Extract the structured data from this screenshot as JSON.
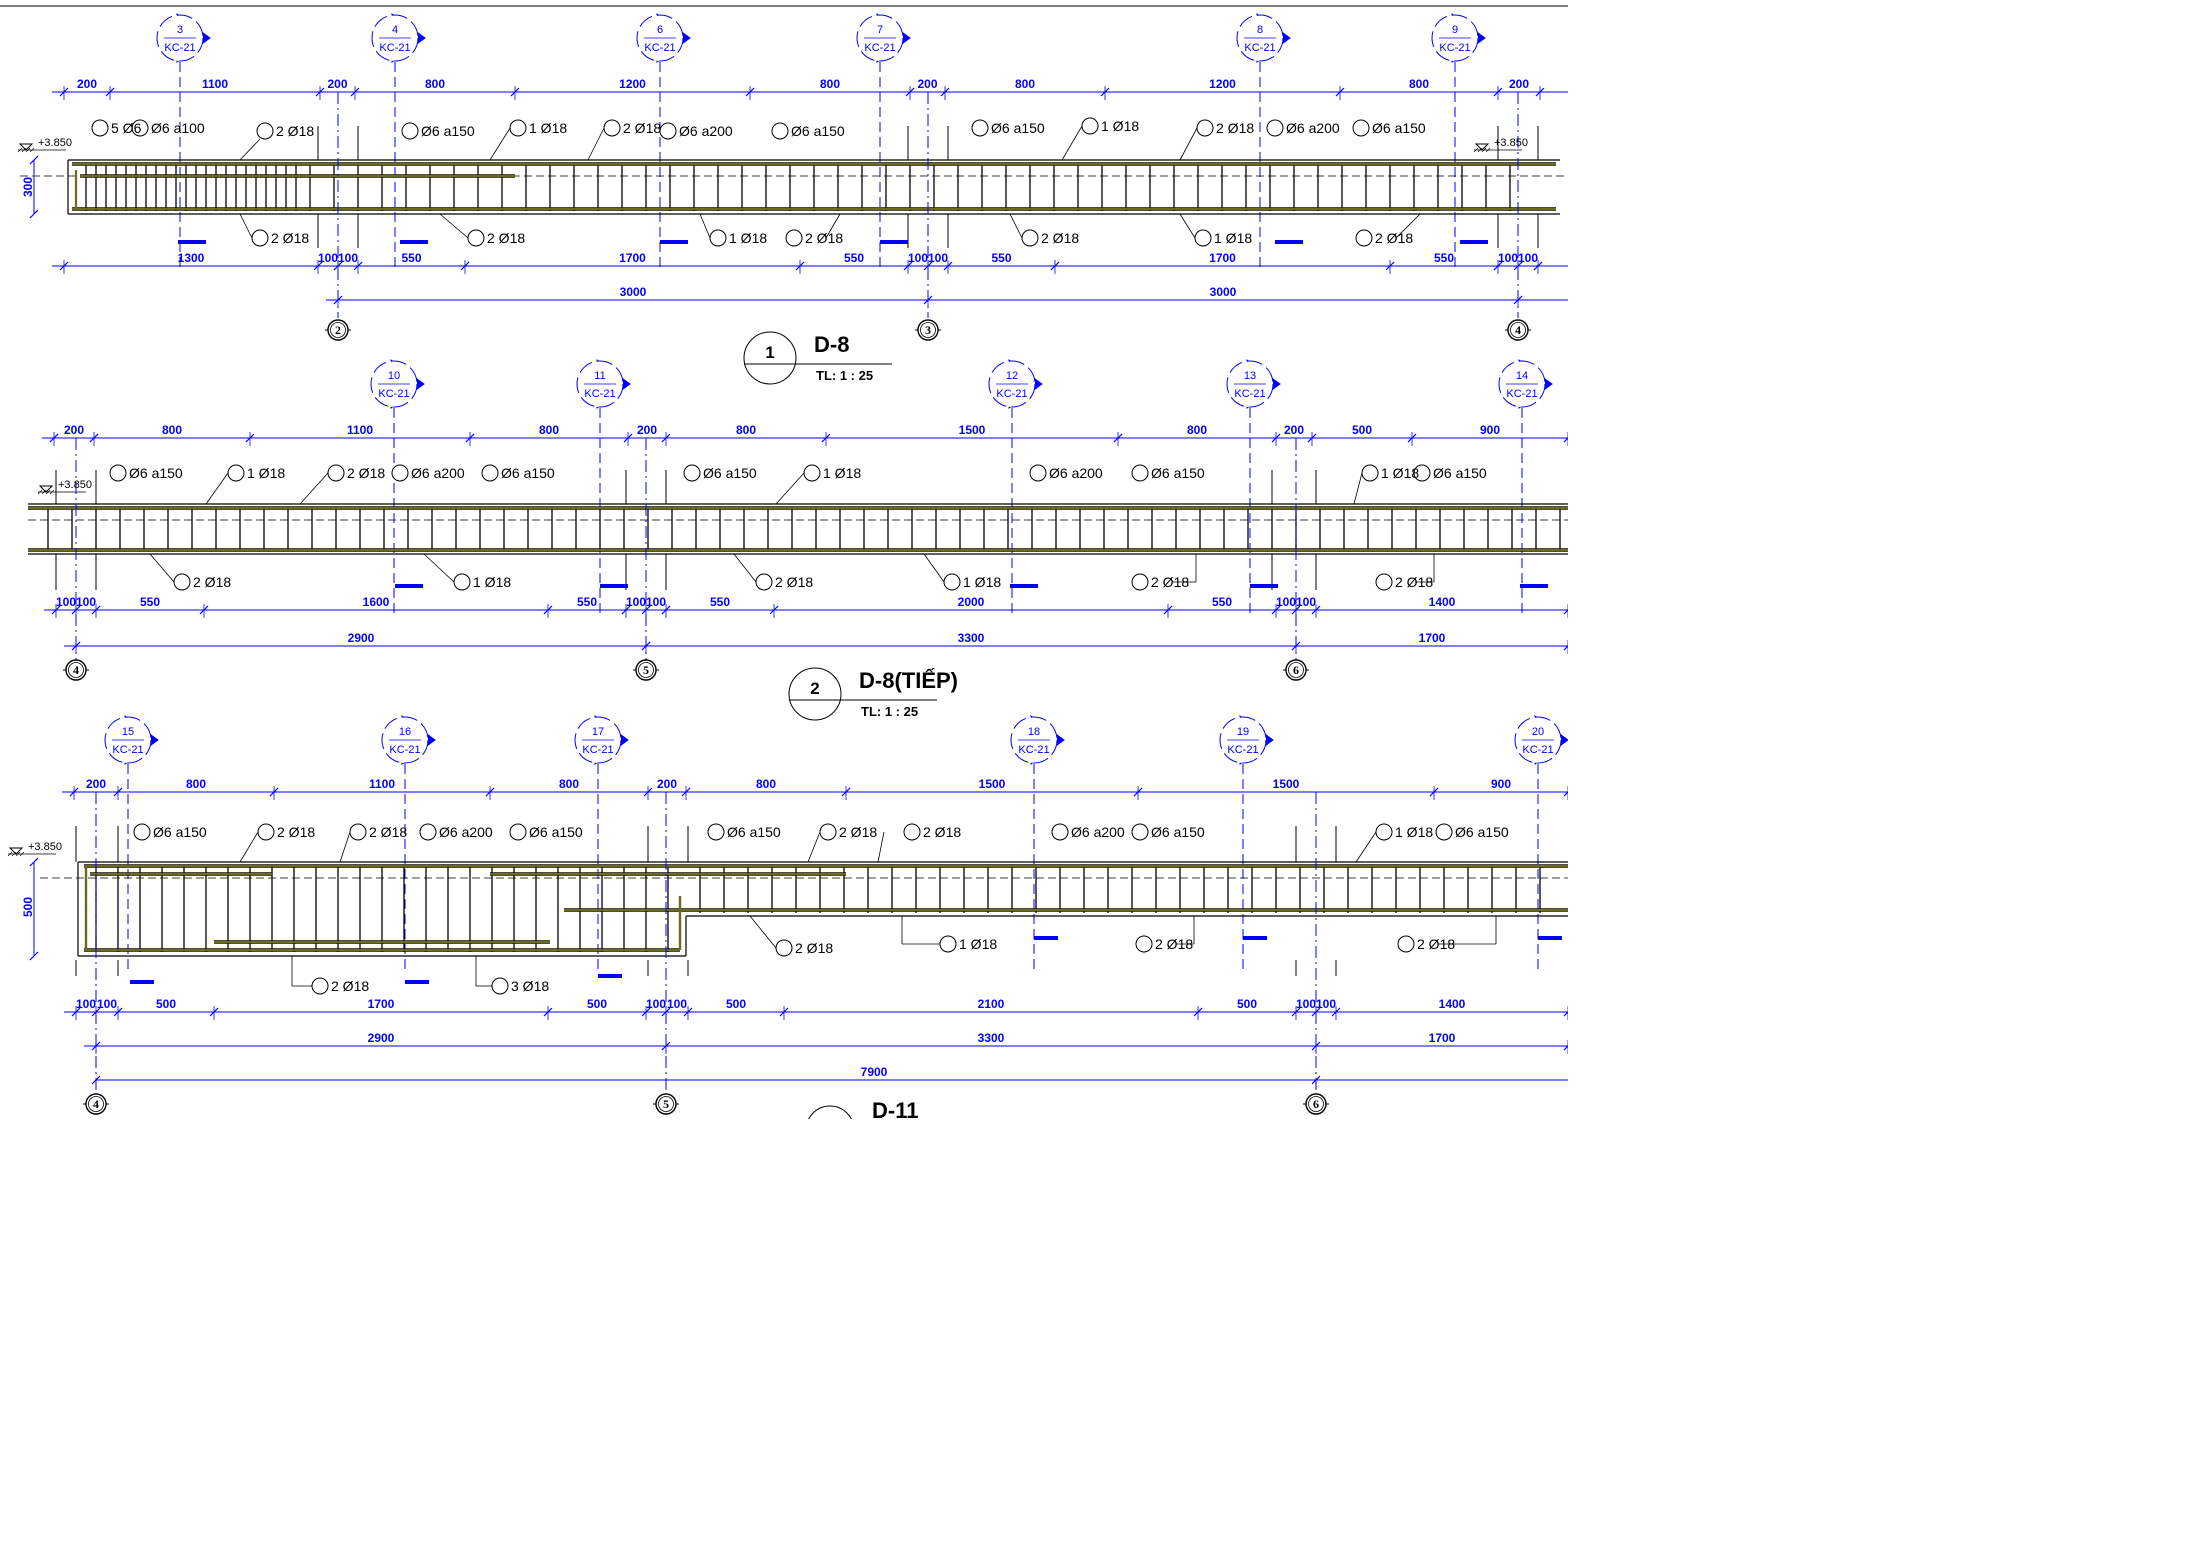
{
  "drawing": {
    "beams": [
      {
        "id": "D-8",
        "title_num": "1",
        "title": "D-8",
        "scale": "TL: 1 : 25",
        "level": "+3.850",
        "height_dim": "300",
        "top_dims": [
          "200",
          "1100",
          "200",
          "800",
          "1200",
          "800",
          "200",
          "800",
          "1200",
          "800",
          "200"
        ],
        "bottom_dims": [
          "1300",
          "100",
          "100",
          "550",
          "1700",
          "550",
          "100",
          "100",
          "550",
          "1700",
          "550",
          "100",
          "100"
        ],
        "span_dims": [
          "3000",
          "3000"
        ],
        "axes": [
          "2",
          "3",
          "4"
        ],
        "sections": [
          {
            "n": "3",
            "ref": "KC-21"
          },
          {
            "n": "4",
            "ref": "KC-21"
          },
          {
            "n": "6",
            "ref": "KC-21"
          },
          {
            "n": "7",
            "ref": "KC-21"
          },
          {
            "n": "8",
            "ref": "KC-21"
          },
          {
            "n": "9",
            "ref": "KC-21"
          }
        ],
        "top_labels": [
          "5 Ø6",
          "Ø6 a100",
          "2 Ø18",
          "Ø6 a150",
          "1 Ø18",
          "2 Ø18",
          "Ø6 a200",
          "Ø6 a150",
          "Ø6 a150",
          "1 Ø18",
          "2 Ø18",
          "Ø6 a200",
          "Ø6 a150"
        ],
        "bottom_labels": [
          "2 Ø18",
          "2 Ø18",
          "1 Ø18",
          "2 Ø18",
          "2 Ø18",
          "1 Ø18",
          "2 Ø18"
        ]
      },
      {
        "id": "D-8-cont",
        "title_num": "2",
        "title": "D-8(TIẾP)",
        "scale": "TL: 1 : 25",
        "level": "+3.850",
        "top_dims": [
          "200",
          "800",
          "1100",
          "800",
          "200",
          "800",
          "1500",
          "800",
          "200",
          "500",
          "900"
        ],
        "bottom_dims": [
          "100",
          "100",
          "550",
          "1600",
          "550",
          "100",
          "100",
          "550",
          "2000",
          "550",
          "100",
          "100",
          "1400"
        ],
        "span_dims": [
          "2900",
          "3300",
          "1700"
        ],
        "axes": [
          "4",
          "5",
          "6"
        ],
        "sections": [
          {
            "n": "10",
            "ref": "KC-21"
          },
          {
            "n": "11",
            "ref": "KC-21"
          },
          {
            "n": "12",
            "ref": "KC-21"
          },
          {
            "n": "13",
            "ref": "KC-21"
          },
          {
            "n": "14",
            "ref": "KC-21"
          }
        ],
        "top_labels": [
          "Ø6 a150",
          "1 Ø18",
          "2 Ø18",
          "Ø6 a200",
          "Ø6 a150",
          "Ø6 a150",
          "1 Ø18",
          "Ø6 a200",
          "Ø6 a150",
          "1 Ø18",
          "Ø6 a150"
        ],
        "bottom_labels": [
          "2 Ø18",
          "1 Ø18",
          "2 Ø18",
          "1 Ø18",
          "2 Ø18",
          "2 Ø18"
        ]
      },
      {
        "id": "D-11",
        "title": "D-11",
        "level": "+3.850",
        "height_dim": "500",
        "top_dims": [
          "200",
          "800",
          "1100",
          "800",
          "200",
          "800",
          "1500",
          "1500",
          "900"
        ],
        "bottom_dims": [
          "100",
          "100",
          "500",
          "1700",
          "500",
          "100",
          "100",
          "500",
          "2100",
          "500",
          "100",
          "100",
          "1400"
        ],
        "span_dims": [
          "2900",
          "3300",
          "1700"
        ],
        "total_dim": "7900",
        "axes": [
          "4",
          "5",
          "6"
        ],
        "sections": [
          {
            "n": "15",
            "ref": "KC-21"
          },
          {
            "n": "16",
            "ref": "KC-21"
          },
          {
            "n": "17",
            "ref": "KC-21"
          },
          {
            "n": "18",
            "ref": "KC-21"
          },
          {
            "n": "19",
            "ref": "KC-21"
          },
          {
            "n": "20",
            "ref": "KC-21"
          }
        ],
        "top_labels": [
          "Ø6 a150",
          "2 Ø18",
          "2 Ø18",
          "Ø6 a200",
          "Ø6 a150",
          "Ø6 a150",
          "2 Ø18",
          "2 Ø18",
          "Ø6 a200",
          "Ø6 a150",
          "1 Ø18",
          "Ø6 a150"
        ],
        "bottom_labels": [
          "2 Ø18",
          "1 Ø18",
          "2 Ø18",
          "2 Ø18",
          "2 Ø18",
          "3 Ø18"
        ]
      }
    ]
  },
  "colors": {
    "dimension": "#0000ff",
    "rebar": "#6b6b1f",
    "concrete": "#000000"
  }
}
